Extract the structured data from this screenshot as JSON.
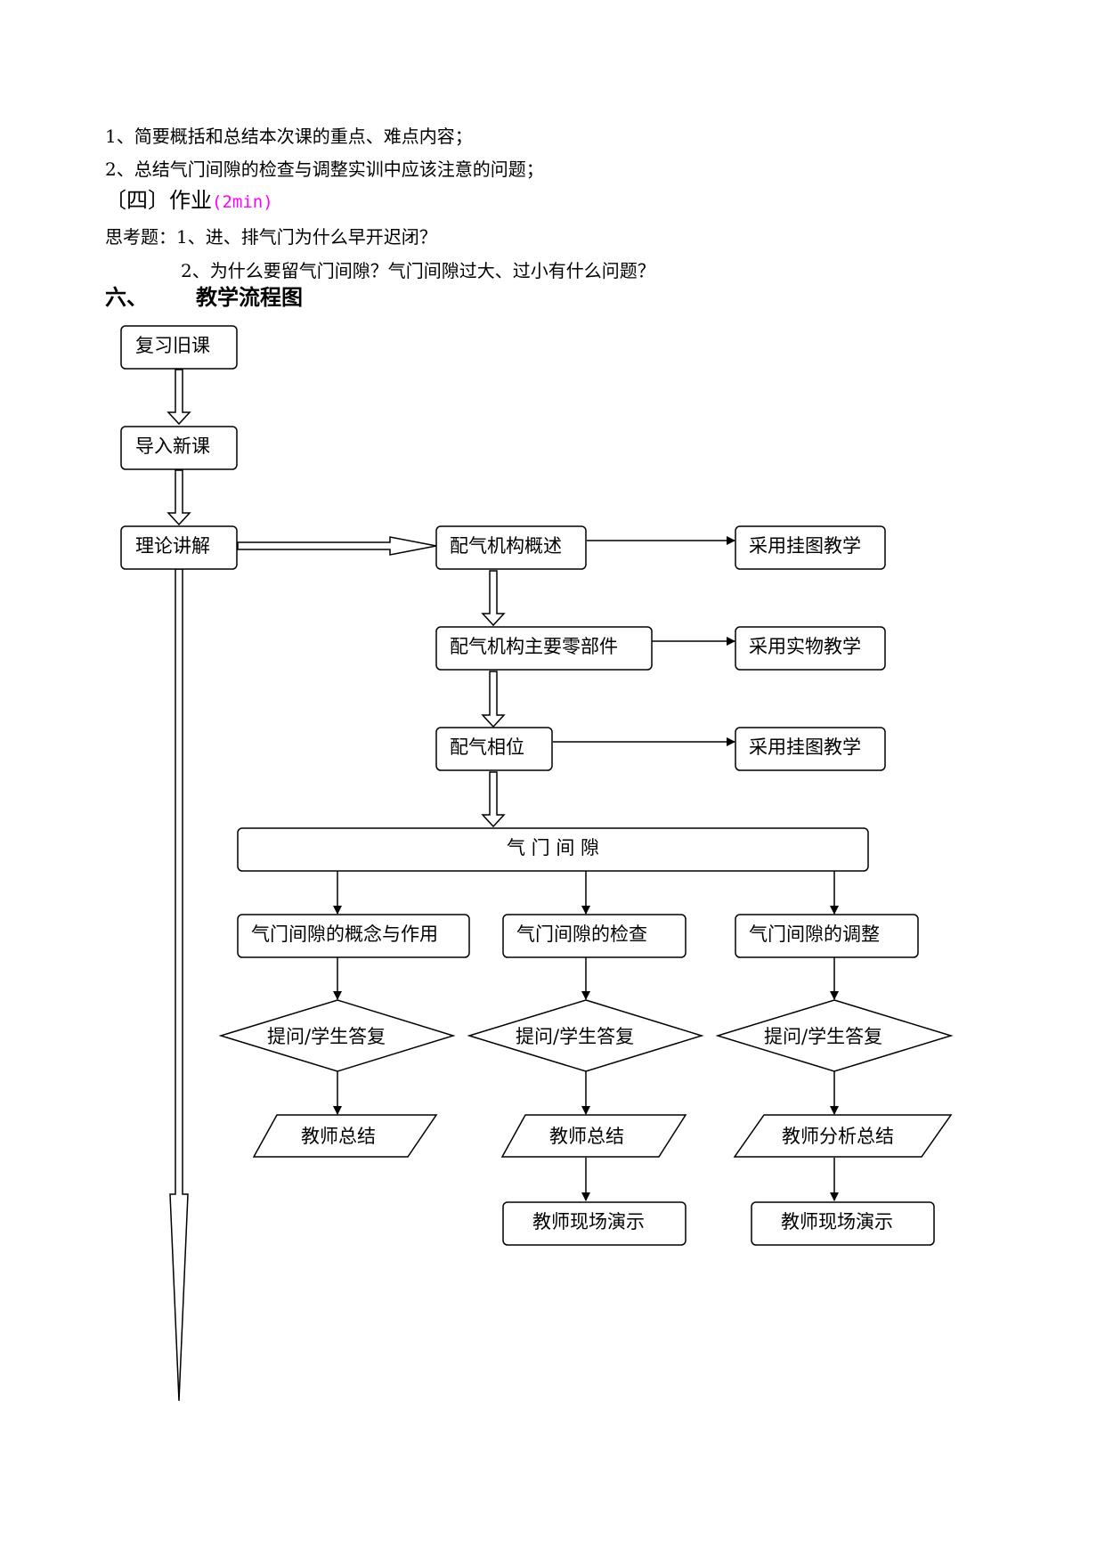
{
  "summary": {
    "item1": "1、简要概括和总结本次课的重点、难点内容；",
    "item2": "2、总结气门间隙的检查与调整实训中应该注意的问题；"
  },
  "section4": {
    "title": "〔四〕作业",
    "duration": "(2min)"
  },
  "questions": {
    "q1": "思考题：1、进、排气门为什么早开迟闭？",
    "q2": "2、为什么要留气门间隙？气门间隙过大、过小有什么问题？"
  },
  "section6": {
    "number": "六、",
    "title": "教学流程图"
  },
  "flowchart": {
    "review": "复习旧课",
    "intro": "导入新课",
    "theory": "理论讲解",
    "overview": "配气机构概述",
    "parts": "配气机构主要零部件",
    "phase": "配气相位",
    "method_chart1": "采用挂图教学",
    "method_object": "采用实物教学",
    "method_chart2": "采用挂图教学",
    "clearance": "气 门 间 隙",
    "concept": "气门间隙的概念与作用",
    "check": "气门间隙的检查",
    "adjust": "气门间隙的调整",
    "qa1": "提问/学生答复",
    "qa2": "提问/学生答复",
    "qa3": "提问/学生答复",
    "summary1": "教师总结",
    "summary2": "教师总结",
    "summary3": "教师分析总结",
    "demo2": "教师现场演示",
    "demo3": "教师现场演示"
  }
}
